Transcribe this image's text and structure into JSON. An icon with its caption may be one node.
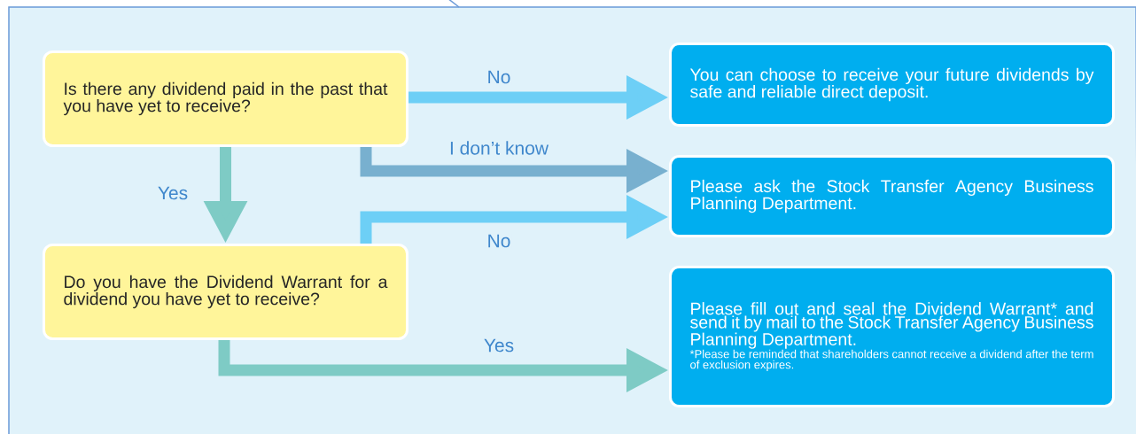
{
  "diagram": {
    "nodes": [
      {
        "text": [
          "Is there any dividend paid in the past that you have yet to receive?"
        ]
      },
      {
        "text": [
          "Do you have the Dividend Warrant for a dividend you have yet to receive?"
        ]
      },
      {
        "text": [
          "You can choose to receive your future dividends by safe and reliable direct deposit."
        ]
      },
      {
        "text": [
          "Please ask the Stock Transfer Agency Business Planning Department."
        ]
      },
      {
        "text": [
          "Please fill out and seal the Dividend Warrant* and send it by mail to the Stock Transfer Agency Business Planning Department.",
          "*Please be reminded that shareholders cannot receive a dividend after the term of exclusion expires."
        ]
      }
    ],
    "edges": [
      {
        "from": 0,
        "to": 2,
        "arrow": "to",
        "label": "No",
        "color": "#6dcff6"
      },
      {
        "from": 0,
        "to": 3,
        "arrow": "to",
        "label": "I don’t know",
        "color": "#78b0cf"
      },
      {
        "from": 0,
        "to": 1,
        "arrow": "to",
        "label": "Yes",
        "color": "#7ecbc5"
      },
      {
        "from": 1,
        "to": 3,
        "arrow": "to",
        "label": "No",
        "color": "#6dcff6"
      },
      {
        "from": 1,
        "to": 4,
        "arrow": "to",
        "label": "Yes",
        "color": "#7ecbc5"
      }
    ]
  }
}
